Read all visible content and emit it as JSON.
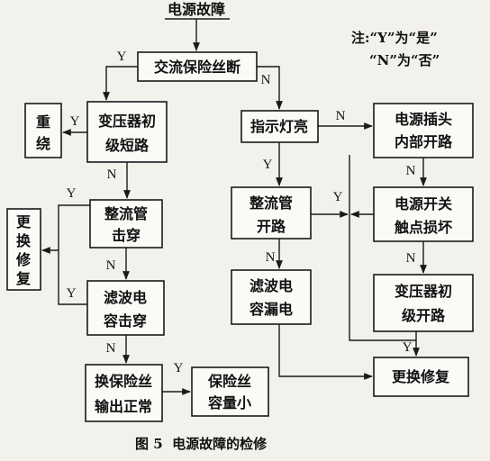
{
  "title": "电源故障",
  "note": {
    "line1": "注:“Y”为“是”",
    "line2": "“N”为“否”"
  },
  "labels": {
    "yes": "Y",
    "no": "N"
  },
  "nodes": {
    "ac_fuse_blown": [
      "交流保险丝断"
    ],
    "transformer_primary_short": [
      "变压器初",
      "级短路"
    ],
    "rewind": [
      "重",
      "绕"
    ],
    "rectifier_breakdown": [
      "整流管",
      "击穿"
    ],
    "replace_repair_left": [
      "更",
      "换",
      "修",
      "复"
    ],
    "filter_cap_breakdown": [
      "滤波电",
      "容击穿"
    ],
    "replace_fuse_output_normal": [
      "换保险丝",
      "输出正常"
    ],
    "fuse_capacity_small": [
      "保险丝",
      "容量小"
    ],
    "indicator_on": [
      "指示灯亮"
    ],
    "plug_internal_open": [
      "电源插头",
      "内部开路"
    ],
    "rectifier_open": [
      "整流管",
      "开路"
    ],
    "switch_contact_damaged": [
      "电源开关",
      "触点损坏"
    ],
    "filter_cap_leak": [
      "滤波电",
      "容漏电"
    ],
    "transformer_primary_open": [
      "变压器初",
      "级开路"
    ],
    "replace_repair_right": [
      "更换修复"
    ]
  },
  "caption": "图 5  电源故障的检修"
}
